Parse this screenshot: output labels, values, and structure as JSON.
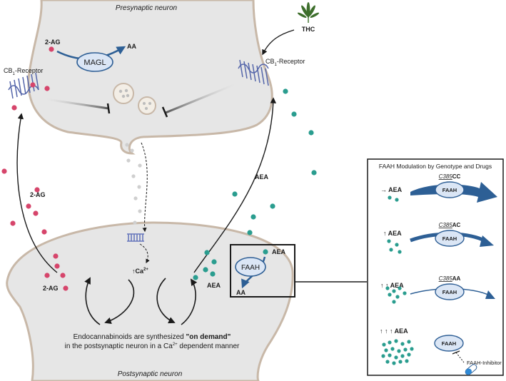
{
  "labels": {
    "presynaptic": "Presynaptic neuron",
    "postsynaptic": "Postsynaptic neuron",
    "thc": "THC",
    "two_ag_top": "2-AG",
    "magl": "MAGL",
    "aa_top": "AA",
    "cb1_left_main": "CB",
    "cb1_left_sub": "1",
    "cb1_left_tail": "-Receptor",
    "cb1_right_main": "CB",
    "cb1_right_sub": "1",
    "cb1_right_tail": "-Receptor",
    "two_ag_mid": "2-AG",
    "two_ag_low": "2-AG",
    "aea_cloud": "AEA",
    "aea_left_post": "AEA",
    "ca_arrow": "↑",
    "ca_main": "Ca",
    "ca_sup": "2+",
    "faah_main": "FAAH",
    "aea_inset": "AEA",
    "aa_inset": "AA",
    "caption_line1_pre": "Endocannabinoids are synthesized ",
    "caption_line1_bold": "\"on demand\"",
    "caption_line2_pre": "in the postsynaptic neuron in a Ca",
    "caption_line2_sup": "2+",
    "caption_line2_post": " dependent manner"
  },
  "panel": {
    "title": "FAAH Modulation by Genotype and Drugs",
    "rows": [
      {
        "level": "→ AEA",
        "geno_italic": "C385",
        "geno_bold": "CC",
        "enzyme": "FAAH"
      },
      {
        "level": "↑ AEA",
        "geno_italic": "C385",
        "geno_bold": "AC",
        "enzyme": "FAAH"
      },
      {
        "level": "↑ ↑ AEA",
        "geno_italic": "C385",
        "geno_bold": "AA",
        "enzyme": "FAAH"
      },
      {
        "level": "↑ ↑ ↑ AEA",
        "geno_italic": "",
        "geno_bold": "",
        "enzyme": "FAAH"
      }
    ],
    "inhibitor": "FAAH-Inhibitor"
  },
  "colors": {
    "neuron_fill": "#e6e6e6",
    "neuron_stroke": "#c8b8a8",
    "two_ag": "#d6456b",
    "aea": "#2a9d8f",
    "enzyme_fill": "#dbe6f5",
    "enzyme_stroke": "#2f5f95",
    "arrow_blue": "#2d5f95",
    "receptor": "#6677bb",
    "vesicle_dot": "#bdbdbd",
    "thc_leaf": "#3d6e2b"
  }
}
